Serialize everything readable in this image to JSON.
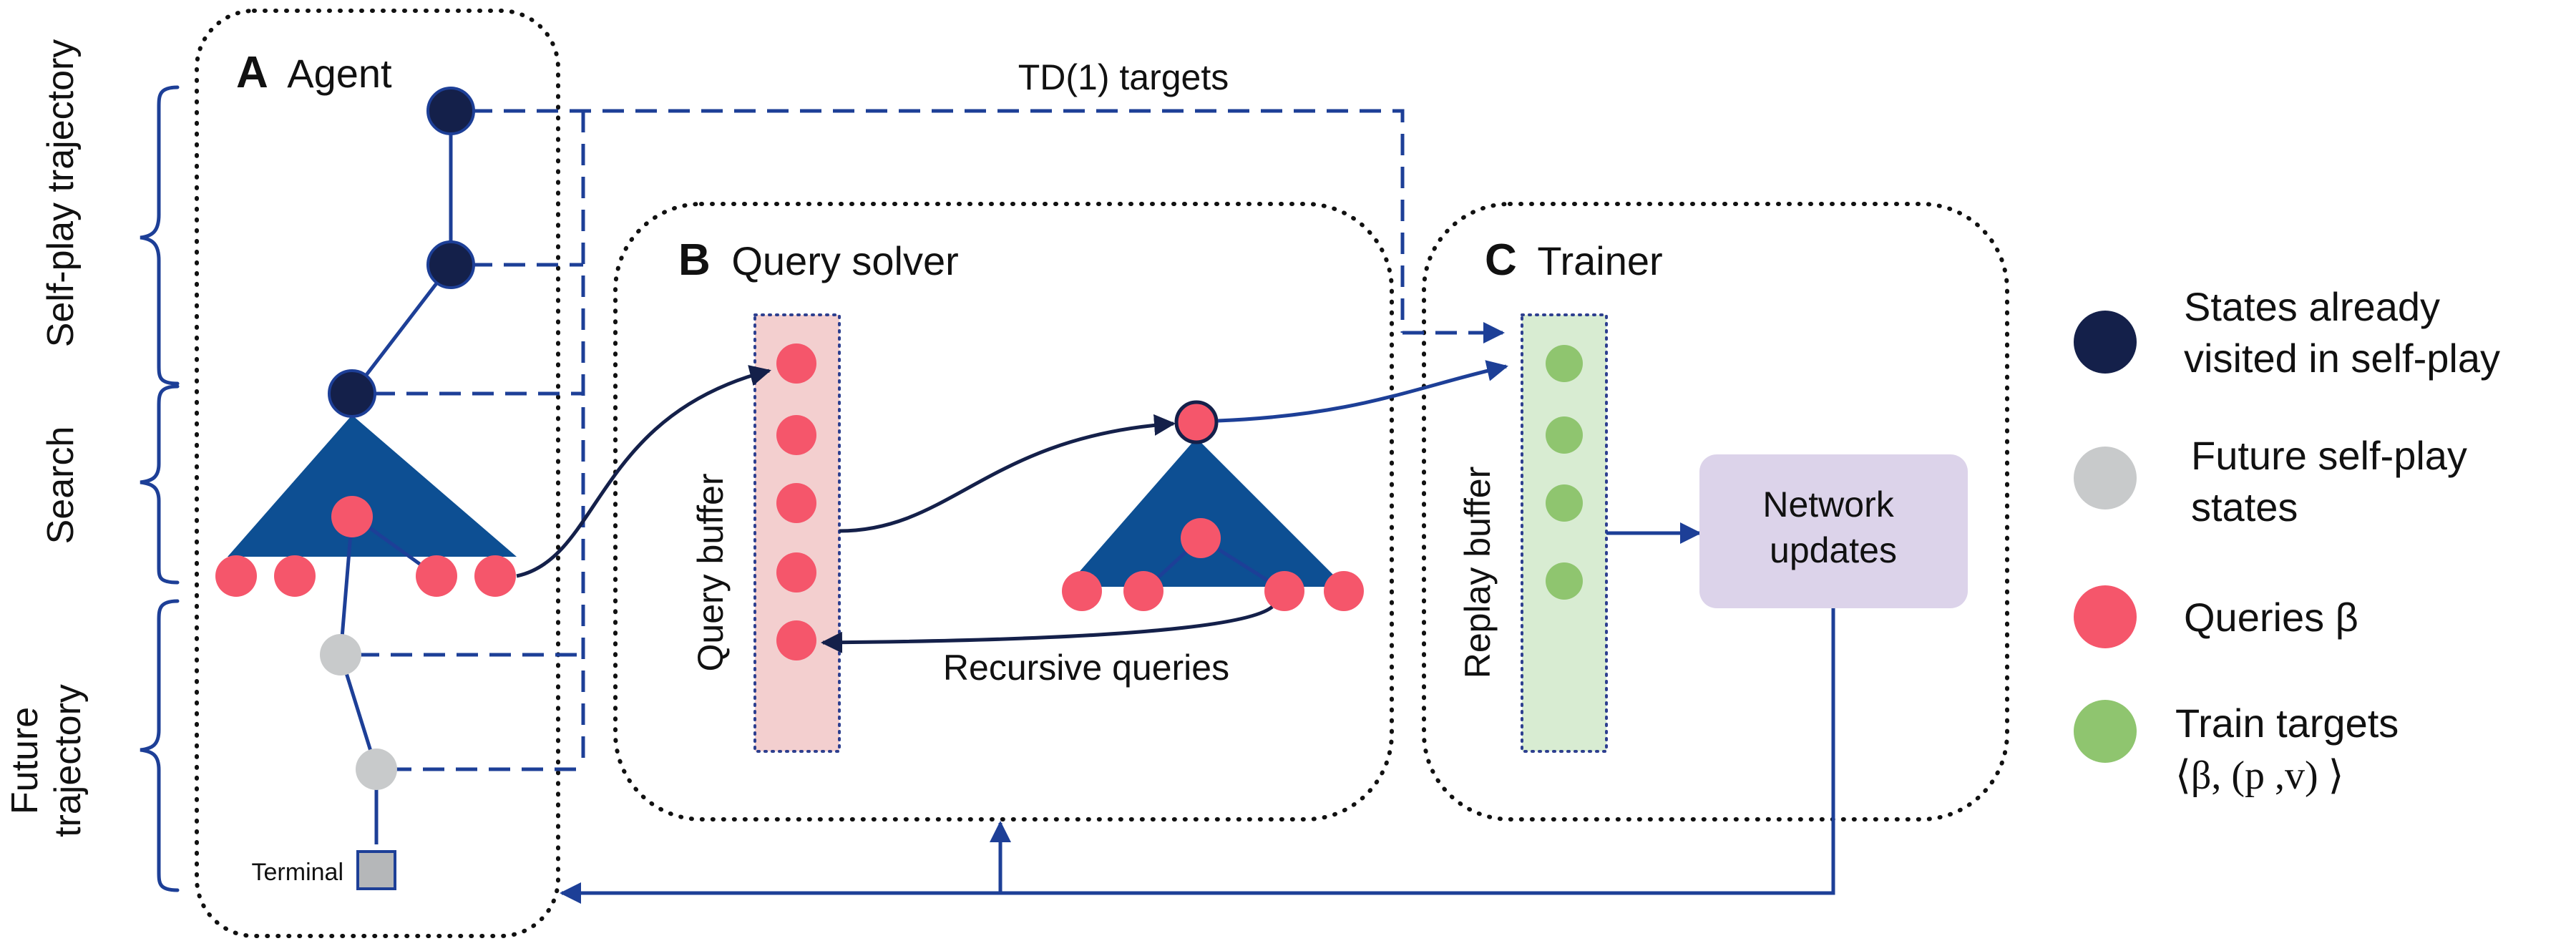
{
  "colors": {
    "navy": "#14204a",
    "blue": "#0d4f93",
    "dash_blue": "#1d3f97",
    "query_red": "#f5566b",
    "future_gray": "#c8cacb",
    "target_green": "#8fc56f",
    "query_buffer_bg": "#f3cfcf",
    "replay_buffer_bg": "#d8ecd2",
    "network_bg": "#dcd3ea",
    "terminal_gray": "#b5b7b9"
  },
  "side_labels": {
    "self_play": "Self-play trajectory",
    "search": "Search",
    "future_line1": "Future",
    "future_line2": "trajectory"
  },
  "agent": {
    "letter": "A",
    "title": "Agent",
    "terminal": "Terminal"
  },
  "query_solver": {
    "letter": "B",
    "title": "Query solver",
    "buffer": "Query buffer",
    "recursive": "Recursive queries"
  },
  "trainer": {
    "letter": "C",
    "title": "Trainer",
    "buffer": "Replay buffer",
    "network_line1": "Network",
    "network_line2": "updates"
  },
  "td_label": "TD(1) targets",
  "legend": {
    "states_line1": "States already",
    "states_line2": "visited in self-play",
    "future_line1": "Future self-play",
    "future_line2": "states",
    "queries": "Queries β",
    "train_line1": "Train targets",
    "train_line2": "⟨β, (p ,v) ⟩"
  }
}
